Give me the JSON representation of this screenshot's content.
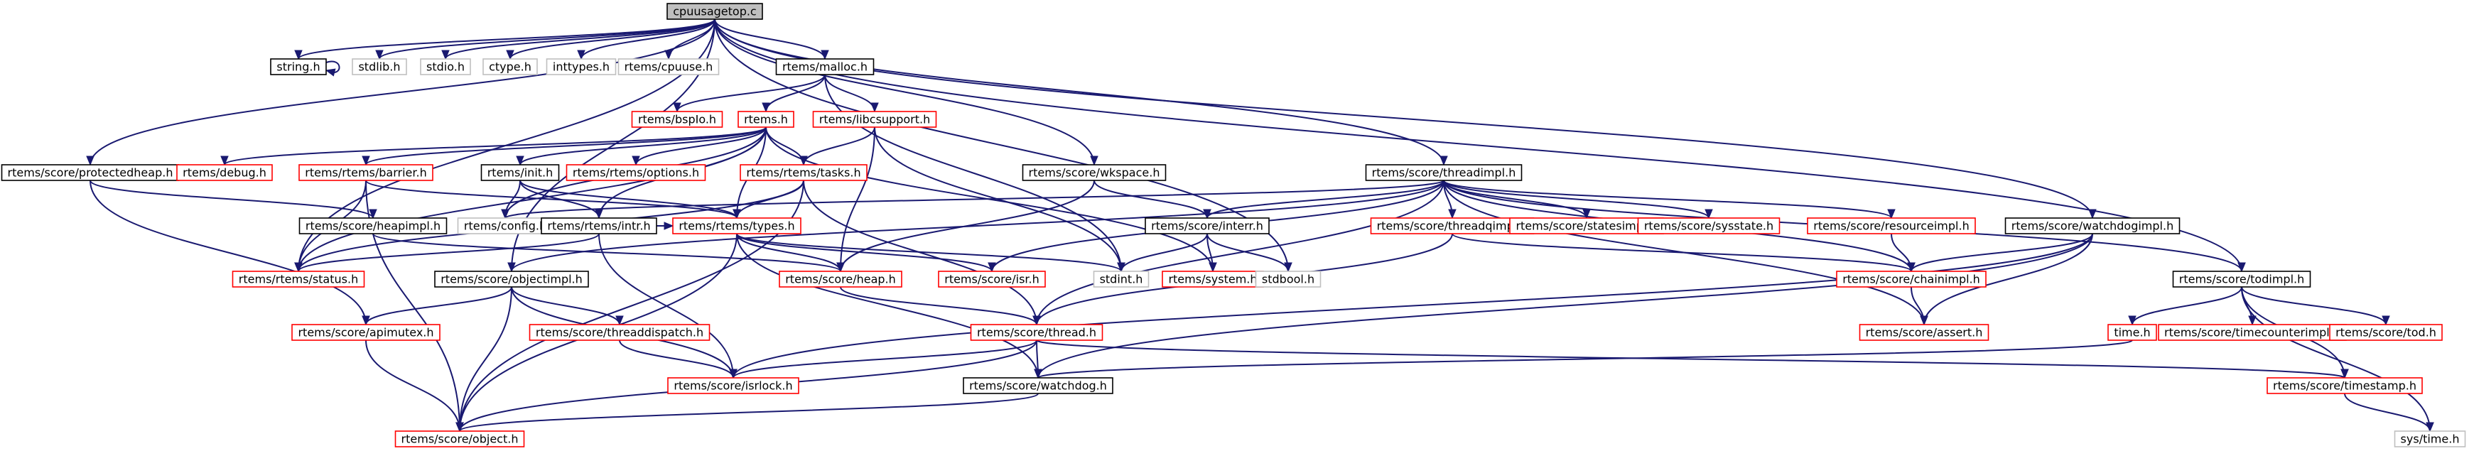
{
  "graph": {
    "root": "cpuusagetop.c",
    "nodes": [
      {
        "id": "root",
        "label": "cpuusagetop.c",
        "style": "root"
      },
      {
        "id": "string",
        "label": "string.h",
        "style": "normal"
      },
      {
        "id": "stdlib",
        "label": "stdlib.h",
        "style": "external"
      },
      {
        "id": "stdio",
        "label": "stdio.h",
        "style": "external"
      },
      {
        "id": "ctype",
        "label": "ctype.h",
        "style": "external"
      },
      {
        "id": "inttypes",
        "label": "inttypes.h",
        "style": "external"
      },
      {
        "id": "cpuuse",
        "label": "rtems/cpuuse.h",
        "style": "external"
      },
      {
        "id": "malloc",
        "label": "rtems/malloc.h",
        "style": "normal"
      },
      {
        "id": "bspio",
        "label": "rtems/bspIo.h",
        "style": "red"
      },
      {
        "id": "rtems",
        "label": "rtems.h",
        "style": "red"
      },
      {
        "id": "libcsupport",
        "label": "rtems/libcsupport.h",
        "style": "red"
      },
      {
        "id": "protectedheap",
        "label": "rtems/score/protectedheap.h",
        "style": "normal"
      },
      {
        "id": "debug",
        "label": "rtems/debug.h",
        "style": "red"
      },
      {
        "id": "barrier",
        "label": "rtems/rtems/barrier.h",
        "style": "red"
      },
      {
        "id": "init",
        "label": "rtems/init.h",
        "style": "normal"
      },
      {
        "id": "options",
        "label": "rtems/rtems/options.h",
        "style": "red"
      },
      {
        "id": "tasks",
        "label": "rtems/rtems/tasks.h",
        "style": "red"
      },
      {
        "id": "wkspace",
        "label": "rtems/score/wkspace.h",
        "style": "normal"
      },
      {
        "id": "threadimpl",
        "label": "rtems/score/threadimpl.h",
        "style": "normal"
      },
      {
        "id": "heapimpl",
        "label": "rtems/score/heapimpl.h",
        "style": "normal"
      },
      {
        "id": "config",
        "label": "rtems/config.h",
        "style": "external"
      },
      {
        "id": "intr",
        "label": "rtems/rtems/intr.h",
        "style": "normal"
      },
      {
        "id": "types",
        "label": "rtems/rtems/types.h",
        "style": "red"
      },
      {
        "id": "interr",
        "label": "rtems/score/interr.h",
        "style": "normal"
      },
      {
        "id": "threadqimpl",
        "label": "rtems/score/threadqimpl.h",
        "style": "red"
      },
      {
        "id": "statesimpl",
        "label": "rtems/score/statesimpl.h",
        "style": "red"
      },
      {
        "id": "sysstate",
        "label": "rtems/score/sysstate.h",
        "style": "red"
      },
      {
        "id": "resourceimpl",
        "label": "rtems/score/resourceimpl.h",
        "style": "red"
      },
      {
        "id": "watchdogimpl",
        "label": "rtems/score/watchdogimpl.h",
        "style": "normal"
      },
      {
        "id": "status",
        "label": "rtems/rtems/status.h",
        "style": "red"
      },
      {
        "id": "objectimpl",
        "label": "rtems/score/objectimpl.h",
        "style": "normal"
      },
      {
        "id": "heap",
        "label": "rtems/score/heap.h",
        "style": "red"
      },
      {
        "id": "isr",
        "label": "rtems/score/isr.h",
        "style": "red"
      },
      {
        "id": "stdint",
        "label": "stdint.h",
        "style": "external"
      },
      {
        "id": "system",
        "label": "rtems/system.h",
        "style": "red"
      },
      {
        "id": "stdbool",
        "label": "stdbool.h",
        "style": "external"
      },
      {
        "id": "chainimpl",
        "label": "rtems/score/chainimpl.h",
        "style": "red"
      },
      {
        "id": "todimpl",
        "label": "rtems/score/todimpl.h",
        "style": "normal"
      },
      {
        "id": "apimutex",
        "label": "rtems/score/apimutex.h",
        "style": "red"
      },
      {
        "id": "threaddispatch",
        "label": "rtems/score/threaddispatch.h",
        "style": "red"
      },
      {
        "id": "thread",
        "label": "rtems/score/thread.h",
        "style": "red"
      },
      {
        "id": "assert",
        "label": "rtems/score/assert.h",
        "style": "red"
      },
      {
        "id": "time",
        "label": "time.h",
        "style": "red"
      },
      {
        "id": "timecounterimpl",
        "label": "rtems/score/timecounterimpl.h",
        "style": "red"
      },
      {
        "id": "tod",
        "label": "rtems/score/tod.h",
        "style": "red"
      },
      {
        "id": "isrlock",
        "label": "rtems/score/isrlock.h",
        "style": "red"
      },
      {
        "id": "watchdog",
        "label": "rtems/score/watchdog.h",
        "style": "normal"
      },
      {
        "id": "timestamp",
        "label": "rtems/score/timestamp.h",
        "style": "red"
      },
      {
        "id": "object",
        "label": "rtems/score/object.h",
        "style": "red"
      },
      {
        "id": "systime",
        "label": "sys/time.h",
        "style": "external"
      }
    ],
    "edges": [
      [
        "root",
        "string"
      ],
      [
        "root",
        "stdlib"
      ],
      [
        "root",
        "stdio"
      ],
      [
        "root",
        "ctype"
      ],
      [
        "root",
        "inttypes"
      ],
      [
        "root",
        "cpuuse"
      ],
      [
        "root",
        "malloc"
      ],
      [
        "root",
        "protectedheap"
      ],
      [
        "root",
        "objectimpl"
      ],
      [
        "root",
        "wkspace"
      ],
      [
        "root",
        "threadimpl"
      ],
      [
        "root",
        "watchdogimpl"
      ],
      [
        "root",
        "todimpl"
      ],
      [
        "root",
        "stdbool"
      ],
      [
        "root",
        "status"
      ],
      [
        "string",
        "string"
      ],
      [
        "malloc",
        "bspio"
      ],
      [
        "malloc",
        "rtems"
      ],
      [
        "malloc",
        "libcsupport"
      ],
      [
        "malloc",
        "stdint"
      ],
      [
        "rtems",
        "debug"
      ],
      [
        "rtems",
        "barrier"
      ],
      [
        "rtems",
        "init"
      ],
      [
        "rtems",
        "options"
      ],
      [
        "rtems",
        "tasks"
      ],
      [
        "rtems",
        "config"
      ],
      [
        "rtems",
        "intr"
      ],
      [
        "rtems",
        "types"
      ],
      [
        "rtems",
        "status"
      ],
      [
        "rtems",
        "system"
      ],
      [
        "libcsupport",
        "tasks"
      ],
      [
        "libcsupport",
        "heap"
      ],
      [
        "libcsupport",
        "stdint"
      ],
      [
        "protectedheap",
        "heapimpl"
      ],
      [
        "protectedheap",
        "apimutex"
      ],
      [
        "barrier",
        "types"
      ],
      [
        "barrier",
        "status"
      ],
      [
        "barrier",
        "object"
      ],
      [
        "init",
        "config"
      ],
      [
        "init",
        "types"
      ],
      [
        "init",
        "intr"
      ],
      [
        "tasks",
        "types"
      ],
      [
        "tasks",
        "status"
      ],
      [
        "tasks",
        "thread"
      ],
      [
        "tasks",
        "object"
      ],
      [
        "wkspace",
        "heap"
      ],
      [
        "wkspace",
        "interr"
      ],
      [
        "threadimpl",
        "thread"
      ],
      [
        "threadimpl",
        "chainimpl"
      ],
      [
        "threadimpl",
        "interr"
      ],
      [
        "threadimpl",
        "isr"
      ],
      [
        "threadimpl",
        "objectimpl"
      ],
      [
        "threadimpl",
        "statesimpl"
      ],
      [
        "threadimpl",
        "sysstate"
      ],
      [
        "threadimpl",
        "threadqimpl"
      ],
      [
        "threadimpl",
        "todimpl"
      ],
      [
        "threadimpl",
        "config"
      ],
      [
        "threadimpl",
        "resourceimpl"
      ],
      [
        "threadimpl",
        "assert"
      ],
      [
        "heapimpl",
        "heap"
      ],
      [
        "intr",
        "isrlock"
      ],
      [
        "intr",
        "status"
      ],
      [
        "intr",
        "types"
      ],
      [
        "types",
        "heap"
      ],
      [
        "types",
        "isr"
      ],
      [
        "types",
        "watchdog"
      ],
      [
        "types",
        "stdint"
      ],
      [
        "types",
        "object"
      ],
      [
        "interr",
        "stdbool"
      ],
      [
        "interr",
        "stdint"
      ],
      [
        "interr",
        "system"
      ],
      [
        "threadqimpl",
        "thread"
      ],
      [
        "threadqimpl",
        "chainimpl"
      ],
      [
        "resourceimpl",
        "chainimpl"
      ],
      [
        "watchdogimpl",
        "watchdog"
      ],
      [
        "watchdogimpl",
        "chainimpl"
      ],
      [
        "watchdogimpl",
        "isrlock"
      ],
      [
        "watchdogimpl",
        "assert"
      ],
      [
        "objectimpl",
        "object"
      ],
      [
        "objectimpl",
        "apimutex"
      ],
      [
        "objectimpl",
        "threaddispatch"
      ],
      [
        "objectimpl",
        "isrlock"
      ],
      [
        "heap",
        "thread"
      ],
      [
        "chainimpl",
        "assert"
      ],
      [
        "todimpl",
        "time"
      ],
      [
        "todimpl",
        "timecounterimpl"
      ],
      [
        "todimpl",
        "tod"
      ],
      [
        "todimpl",
        "timestamp"
      ],
      [
        "todimpl",
        "systime"
      ],
      [
        "apimutex",
        "object"
      ],
      [
        "threaddispatch",
        "isrlock"
      ],
      [
        "thread",
        "isrlock"
      ],
      [
        "thread",
        "watchdog"
      ],
      [
        "thread",
        "object"
      ],
      [
        "thread",
        "timestamp"
      ],
      [
        "time",
        "watchdog"
      ],
      [
        "watchdog",
        "object"
      ],
      [
        "timestamp",
        "systime"
      ]
    ]
  }
}
